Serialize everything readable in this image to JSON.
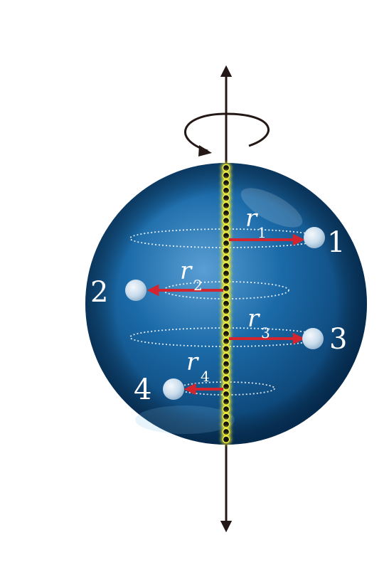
{
  "diagram": {
    "particles": [
      {
        "id": "1",
        "label": "1",
        "radius_label": {
          "symbol": "r",
          "subscript": "1"
        }
      },
      {
        "id": "2",
        "label": "2",
        "radius_label": {
          "symbol": "r",
          "subscript": "2"
        }
      },
      {
        "id": "3",
        "label": "3",
        "radius_label": {
          "symbol": "r",
          "subscript": "3"
        }
      },
      {
        "id": "4",
        "label": "4",
        "radius_label": {
          "symbol": "r",
          "subscript": "4"
        }
      }
    ],
    "colors": {
      "sphere_light": "#5a9fd4",
      "sphere_mid": "#1b6aa8",
      "sphere_dark": "#0a3d6b",
      "axis": "#231815",
      "axis_bead_fill": "#111111",
      "axis_bead_glow": "#f2ee3a",
      "radius_arrow": "#d32530",
      "orbit_ring": "#ffffff",
      "particle_ball": "#c9dcec",
      "label_text": "#ffffff"
    }
  }
}
